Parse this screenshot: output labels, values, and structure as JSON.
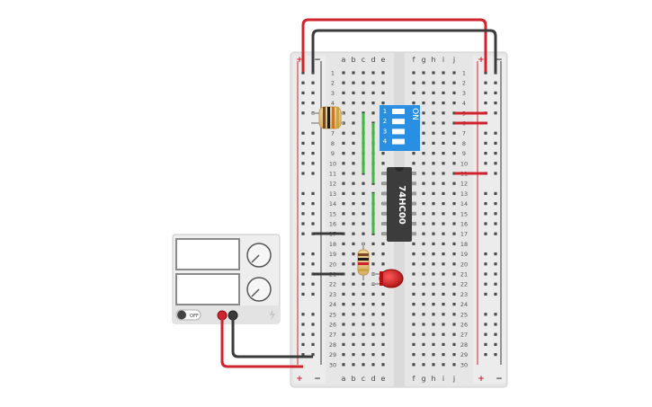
{
  "breadboard": {
    "col_letters_left": [
      "a",
      "b",
      "c",
      "d",
      "e"
    ],
    "col_letters_right": [
      "f",
      "g",
      "h",
      "i",
      "j"
    ],
    "rows": 30,
    "rail_plus": "+",
    "rail_minus": "−"
  },
  "chip": {
    "label": "74HC00"
  },
  "dip_switch": {
    "label": "ON",
    "numbers": [
      "1",
      "2",
      "3",
      "4"
    ]
  },
  "power_supply": {
    "switch_label": "OFF"
  },
  "colors": {
    "wire_red": "#d0232e",
    "wire_black": "#3a3a3a",
    "wire_green": "#3dbb3d",
    "breadboard": "#e8e8e8",
    "dip_blue": "#2a8fe0",
    "chip_body": "#3c3c3c",
    "led_red": "#c81414"
  }
}
